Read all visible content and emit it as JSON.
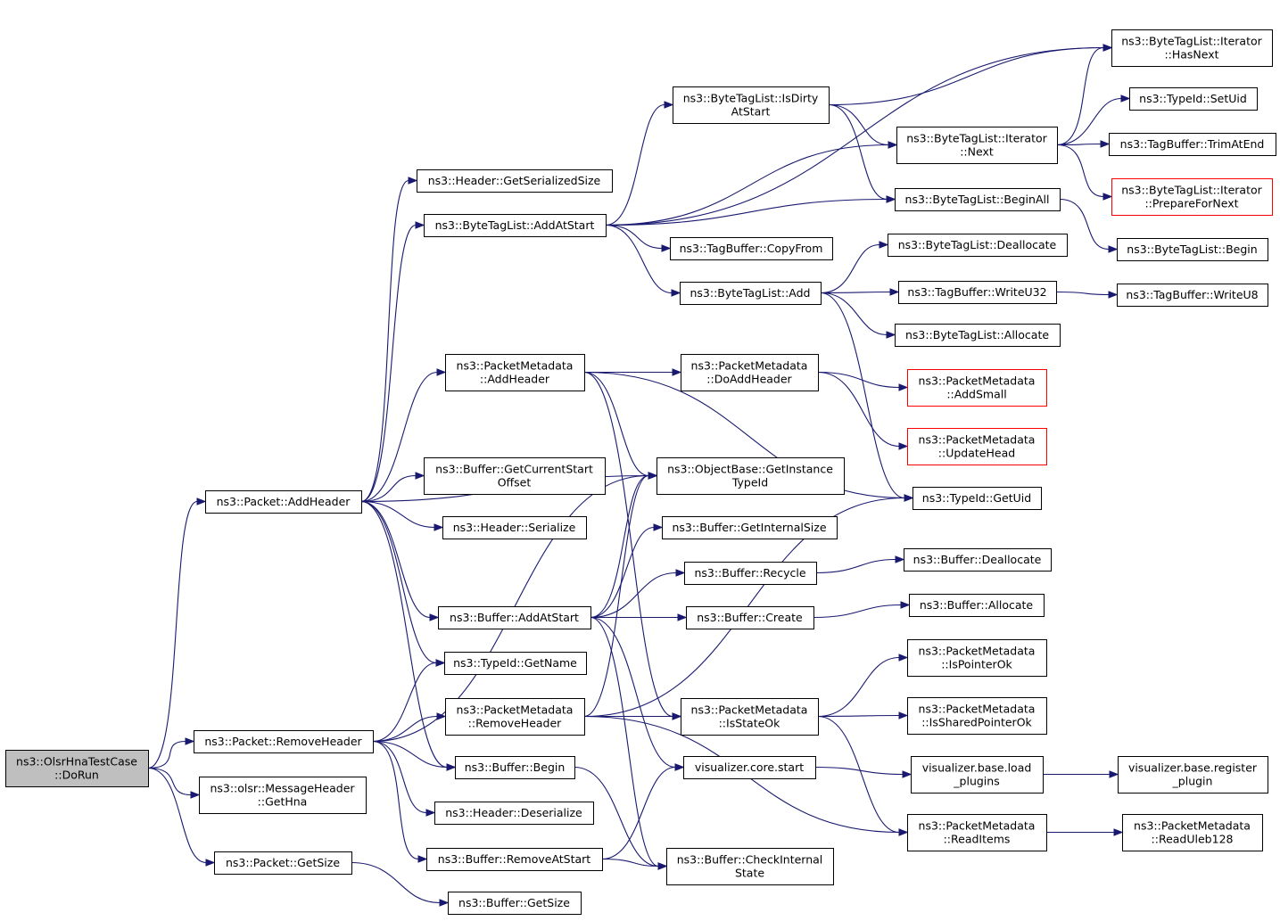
{
  "graph": {
    "title": "",
    "nodes": [
      {
        "id": "dorun",
        "lines": [
          "ns3::OlsrHnaTestCase",
          "::DoRun"
        ],
        "style": "root"
      },
      {
        "id": "pkt_addheader",
        "lines": [
          "ns3::Packet::AddHeader"
        ]
      },
      {
        "id": "pkt_removeheader",
        "lines": [
          "ns3::Packet::RemoveHeader"
        ]
      },
      {
        "id": "olsr_gethna",
        "lines": [
          "ns3::olsr::MessageHeader",
          "::GetHna"
        ]
      },
      {
        "id": "pkt_getsize",
        "lines": [
          "ns3::Packet::GetSize"
        ]
      },
      {
        "id": "hdr_getserializedsize",
        "lines": [
          "ns3::Header::GetSerializedSize"
        ]
      },
      {
        "id": "btl_addatstart",
        "lines": [
          "ns3::ByteTagList::AddAtStart"
        ]
      },
      {
        "id": "pm_addheader",
        "lines": [
          "ns3::PacketMetadata",
          "::AddHeader"
        ]
      },
      {
        "id": "buf_getcurrentstartoffset",
        "lines": [
          "ns3::Buffer::GetCurrentStart",
          "Offset"
        ]
      },
      {
        "id": "hdr_serialize",
        "lines": [
          "ns3::Header::Serialize"
        ]
      },
      {
        "id": "buf_addatstart",
        "lines": [
          "ns3::Buffer::AddAtStart"
        ]
      },
      {
        "id": "typeid_getname",
        "lines": [
          "ns3::TypeId::GetName"
        ]
      },
      {
        "id": "pm_removeheader",
        "lines": [
          "ns3::PacketMetadata",
          "::RemoveHeader"
        ]
      },
      {
        "id": "buf_begin",
        "lines": [
          "ns3::Buffer::Begin"
        ]
      },
      {
        "id": "hdr_deserialize",
        "lines": [
          "ns3::Header::Deserialize"
        ]
      },
      {
        "id": "buf_removeatstart",
        "lines": [
          "ns3::Buffer::RemoveAtStart"
        ]
      },
      {
        "id": "buf_getsize",
        "lines": [
          "ns3::Buffer::GetSize"
        ]
      },
      {
        "id": "btl_isdirtyatstart",
        "lines": [
          "ns3::ByteTagList::IsDirty",
          "AtStart"
        ]
      },
      {
        "id": "tb_copyfrom",
        "lines": [
          "ns3::TagBuffer::CopyFrom"
        ]
      },
      {
        "id": "btl_add",
        "lines": [
          "ns3::ByteTagList::Add"
        ]
      },
      {
        "id": "pm_doaddheader",
        "lines": [
          "ns3::PacketMetadata",
          "::DoAddHeader"
        ]
      },
      {
        "id": "ob_getinstancetypeid",
        "lines": [
          "ns3::ObjectBase::GetInstance",
          "TypeId"
        ]
      },
      {
        "id": "buf_getinternalsize",
        "lines": [
          "ns3::Buffer::GetInternalSize"
        ]
      },
      {
        "id": "buf_recycle",
        "lines": [
          "ns3::Buffer::Recycle"
        ]
      },
      {
        "id": "buf_create",
        "lines": [
          "ns3::Buffer::Create"
        ]
      },
      {
        "id": "pm_isstateok",
        "lines": [
          "ns3::PacketMetadata",
          "::IsStateOk"
        ]
      },
      {
        "id": "vis_core_start",
        "lines": [
          "visualizer.core.start"
        ]
      },
      {
        "id": "buf_checkinternalstate",
        "lines": [
          "ns3::Buffer::CheckInternal",
          "State"
        ]
      },
      {
        "id": "btli_next",
        "lines": [
          "ns3::ByteTagList::Iterator",
          "::Next"
        ]
      },
      {
        "id": "btl_beginall",
        "lines": [
          "ns3::ByteTagList::BeginAll"
        ]
      },
      {
        "id": "btl_deallocate",
        "lines": [
          "ns3::ByteTagList::Deallocate"
        ]
      },
      {
        "id": "tb_writeu32",
        "lines": [
          "ns3::TagBuffer::WriteU32"
        ]
      },
      {
        "id": "btl_allocate",
        "lines": [
          "ns3::ByteTagList::Allocate"
        ]
      },
      {
        "id": "pm_addsmall",
        "lines": [
          "ns3::PacketMetadata",
          "::AddSmall"
        ],
        "style": "red"
      },
      {
        "id": "pm_updatehead",
        "lines": [
          "ns3::PacketMetadata",
          "::UpdateHead"
        ],
        "style": "red"
      },
      {
        "id": "typeid_getuid",
        "lines": [
          "ns3::TypeId::GetUid"
        ]
      },
      {
        "id": "buf_deallocate",
        "lines": [
          "ns3::Buffer::Deallocate"
        ]
      },
      {
        "id": "buf_allocate",
        "lines": [
          "ns3::Buffer::Allocate"
        ]
      },
      {
        "id": "pm_ispointerok",
        "lines": [
          "ns3::PacketMetadata",
          "::IsPointerOk"
        ]
      },
      {
        "id": "pm_issharedpointerok",
        "lines": [
          "ns3::PacketMetadata",
          "::IsSharedPointerOk"
        ]
      },
      {
        "id": "vis_base_load_plugins",
        "lines": [
          "visualizer.base.load",
          "_plugins"
        ]
      },
      {
        "id": "pm_readitems",
        "lines": [
          "ns3::PacketMetadata",
          "::ReadItems"
        ]
      },
      {
        "id": "btli_hasnext",
        "lines": [
          "ns3::ByteTagList::Iterator",
          "::HasNext"
        ]
      },
      {
        "id": "typeid_setuid",
        "lines": [
          "ns3::TypeId::SetUid"
        ]
      },
      {
        "id": "tb_trimatend",
        "lines": [
          "ns3::TagBuffer::TrimAtEnd"
        ]
      },
      {
        "id": "btli_preparefornext",
        "lines": [
          "ns3::ByteTagList::Iterator",
          "::PrepareForNext"
        ],
        "style": "red"
      },
      {
        "id": "btl_begin",
        "lines": [
          "ns3::ByteTagList::Begin"
        ]
      },
      {
        "id": "tb_writeu8",
        "lines": [
          "ns3::TagBuffer::WriteU8"
        ]
      },
      {
        "id": "vis_base_register_plugin",
        "lines": [
          "visualizer.base.register",
          "_plugin"
        ]
      },
      {
        "id": "pm_readuleb128",
        "lines": [
          "ns3::PacketMetadata",
          "::ReadUleb128"
        ]
      }
    ],
    "edges": [
      [
        "dorun",
        "pkt_addheader"
      ],
      [
        "dorun",
        "pkt_removeheader"
      ],
      [
        "dorun",
        "olsr_gethna"
      ],
      [
        "dorun",
        "pkt_getsize"
      ],
      [
        "pkt_addheader",
        "hdr_getserializedsize"
      ],
      [
        "pkt_addheader",
        "btl_addatstart"
      ],
      [
        "pkt_addheader",
        "pm_addheader"
      ],
      [
        "pkt_addheader",
        "ob_getinstancetypeid"
      ],
      [
        "pkt_addheader",
        "buf_getcurrentstartoffset"
      ],
      [
        "pkt_addheader",
        "hdr_serialize"
      ],
      [
        "pkt_addheader",
        "buf_addatstart"
      ],
      [
        "pkt_addheader",
        "typeid_getname"
      ],
      [
        "pkt_addheader",
        "buf_begin"
      ],
      [
        "pkt_removeheader",
        "ob_getinstancetypeid"
      ],
      [
        "pkt_removeheader",
        "typeid_getname"
      ],
      [
        "pkt_removeheader",
        "pm_removeheader"
      ],
      [
        "pkt_removeheader",
        "buf_begin"
      ],
      [
        "pkt_removeheader",
        "hdr_deserialize"
      ],
      [
        "pkt_removeheader",
        "buf_removeatstart"
      ],
      [
        "pkt_getsize",
        "buf_getsize"
      ],
      [
        "btl_addatstart",
        "btli_hasnext"
      ],
      [
        "btl_addatstart",
        "btl_isdirtyatstart"
      ],
      [
        "btl_addatstart",
        "btli_next"
      ],
      [
        "btl_addatstart",
        "btl_beginall"
      ],
      [
        "btl_addatstart",
        "tb_copyfrom"
      ],
      [
        "btl_addatstart",
        "btl_add"
      ],
      [
        "btl_isdirtyatstart",
        "btli_hasnext"
      ],
      [
        "btl_isdirtyatstart",
        "btli_next"
      ],
      [
        "btl_isdirtyatstart",
        "btl_beginall"
      ],
      [
        "btli_next",
        "btli_hasnext"
      ],
      [
        "btli_next",
        "typeid_setuid"
      ],
      [
        "btli_next",
        "tb_trimatend"
      ],
      [
        "btli_next",
        "btli_preparefornext"
      ],
      [
        "btl_beginall",
        "btl_begin"
      ],
      [
        "btl_add",
        "btl_deallocate"
      ],
      [
        "btl_add",
        "tb_writeu32"
      ],
      [
        "btl_add",
        "btl_allocate"
      ],
      [
        "btl_add",
        "typeid_getuid"
      ],
      [
        "tb_writeu32",
        "tb_writeu8"
      ],
      [
        "pm_addheader",
        "pm_doaddheader"
      ],
      [
        "pm_addheader",
        "ob_getinstancetypeid"
      ],
      [
        "pm_addheader",
        "typeid_getuid"
      ],
      [
        "pm_addheader",
        "pm_isstateok"
      ],
      [
        "pm_doaddheader",
        "pm_addsmall"
      ],
      [
        "pm_doaddheader",
        "pm_updatehead"
      ],
      [
        "buf_addatstart",
        "ob_getinstancetypeid"
      ],
      [
        "buf_addatstart",
        "buf_getinternalsize"
      ],
      [
        "buf_addatstart",
        "buf_recycle"
      ],
      [
        "buf_addatstart",
        "buf_create"
      ],
      [
        "buf_addatstart",
        "vis_core_start"
      ],
      [
        "buf_addatstart",
        "buf_checkinternalstate"
      ],
      [
        "buf_recycle",
        "buf_deallocate"
      ],
      [
        "buf_create",
        "buf_allocate"
      ],
      [
        "pm_removeheader",
        "ob_getinstancetypeid"
      ],
      [
        "pm_removeheader",
        "typeid_getuid"
      ],
      [
        "pm_removeheader",
        "pm_isstateok"
      ],
      [
        "pm_removeheader",
        "pm_readitems"
      ],
      [
        "pm_isstateok",
        "pm_ispointerok"
      ],
      [
        "pm_isstateok",
        "pm_issharedpointerok"
      ],
      [
        "pm_isstateok",
        "pm_readitems"
      ],
      [
        "pm_readitems",
        "pm_readuleb128"
      ],
      [
        "vis_core_start",
        "vis_base_load_plugins"
      ],
      [
        "vis_base_load_plugins",
        "vis_base_register_plugin"
      ],
      [
        "buf_begin",
        "buf_checkinternalstate"
      ],
      [
        "buf_removeatstart",
        "vis_core_start"
      ],
      [
        "buf_removeatstart",
        "buf_checkinternalstate"
      ]
    ],
    "colors": {
      "edge": "#191970",
      "root_fill": "#bfbfbf",
      "node_border": "#000000",
      "truncated_border": "#ff0000"
    }
  }
}
